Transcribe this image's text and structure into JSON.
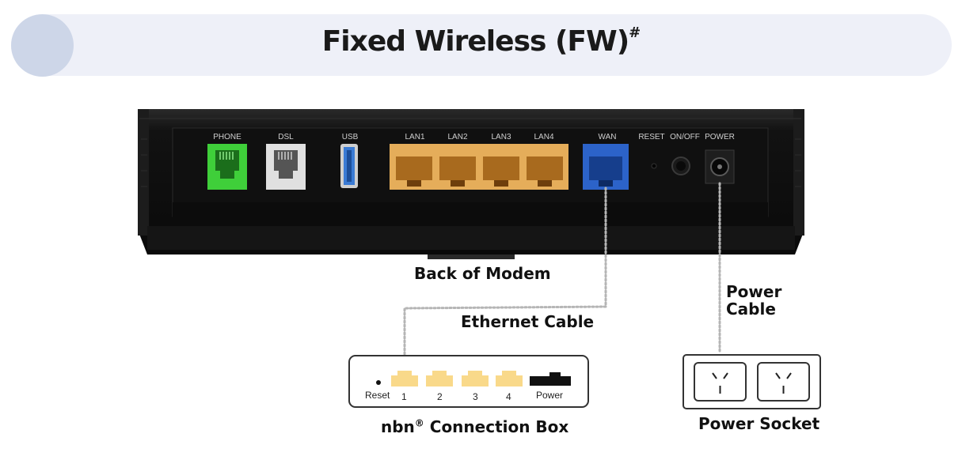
{
  "header": {
    "title": "Fixed Wireless (FW)",
    "title_superscript": "#"
  },
  "modem": {
    "label": "Back of Modem",
    "ports": [
      "PHONE",
      "DSL",
      "USB",
      "LAN1",
      "LAN2",
      "LAN3",
      "LAN4",
      "WAN",
      "RESET",
      "ON/OFF",
      "POWER"
    ],
    "colors": {
      "phone": "#3fcf3a",
      "dsl": "#e0e0e0",
      "usb": "#3a7bd5",
      "lan": "#e5ad5a",
      "wan": "#2c63c9",
      "body": "#141414"
    }
  },
  "cables": {
    "ethernet": "Ethernet Cable",
    "power_line1": "Power",
    "power_line2": "Cable"
  },
  "connection_box": {
    "label_main": "nbn",
    "label_reg": "®",
    "label_rest": " Connection Box",
    "ports": [
      "Reset",
      "1",
      "2",
      "3",
      "4",
      "Power"
    ],
    "port_color": "#f9d98a"
  },
  "power_socket": {
    "label": "Power Socket"
  }
}
